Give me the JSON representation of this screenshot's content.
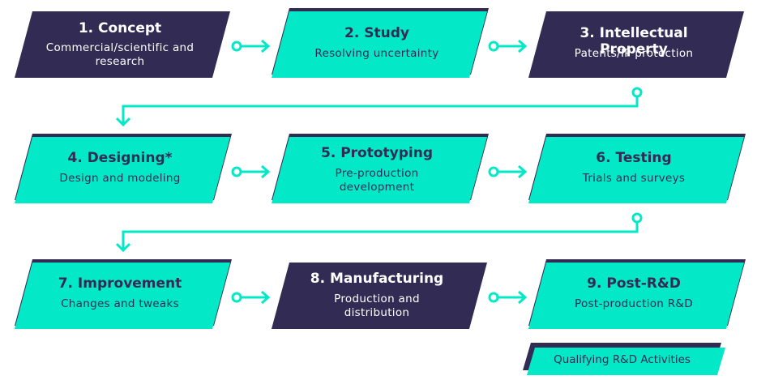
{
  "colors": {
    "dark": "#322b54",
    "teal": "#03e9c8",
    "white": "#ffffff"
  },
  "steps": [
    {
      "title": "1. Concept",
      "subtitle": "Commercial/scientific and research",
      "style": "dark"
    },
    {
      "title": "2. Study",
      "subtitle": "Resolving uncertainty",
      "style": "teal"
    },
    {
      "title": "3. Intellectual Property",
      "subtitle": "Patents/IP protection",
      "style": "dark"
    },
    {
      "title": "4. Designing*",
      "subtitle": "Design and modeling",
      "style": "teal"
    },
    {
      "title": "5. Prototyping",
      "subtitle": "Pre-production development",
      "style": "teal"
    },
    {
      "title": "6. Testing",
      "subtitle": "Trials and surveys",
      "style": "teal"
    },
    {
      "title": "7. Improvement",
      "subtitle": "Changes and tweaks",
      "style": "teal"
    },
    {
      "title": "8. Manufacturing",
      "subtitle": "Production and distribution",
      "style": "dark"
    },
    {
      "title": "9. Post-R&D",
      "subtitle": "Post-production R&D",
      "style": "teal"
    }
  ],
  "legend": {
    "label": "Qualifying R&D Activities",
    "style": "teal"
  },
  "connector_icons": [
    "arrow-right-icon",
    "return-arrow-down-icon"
  ]
}
